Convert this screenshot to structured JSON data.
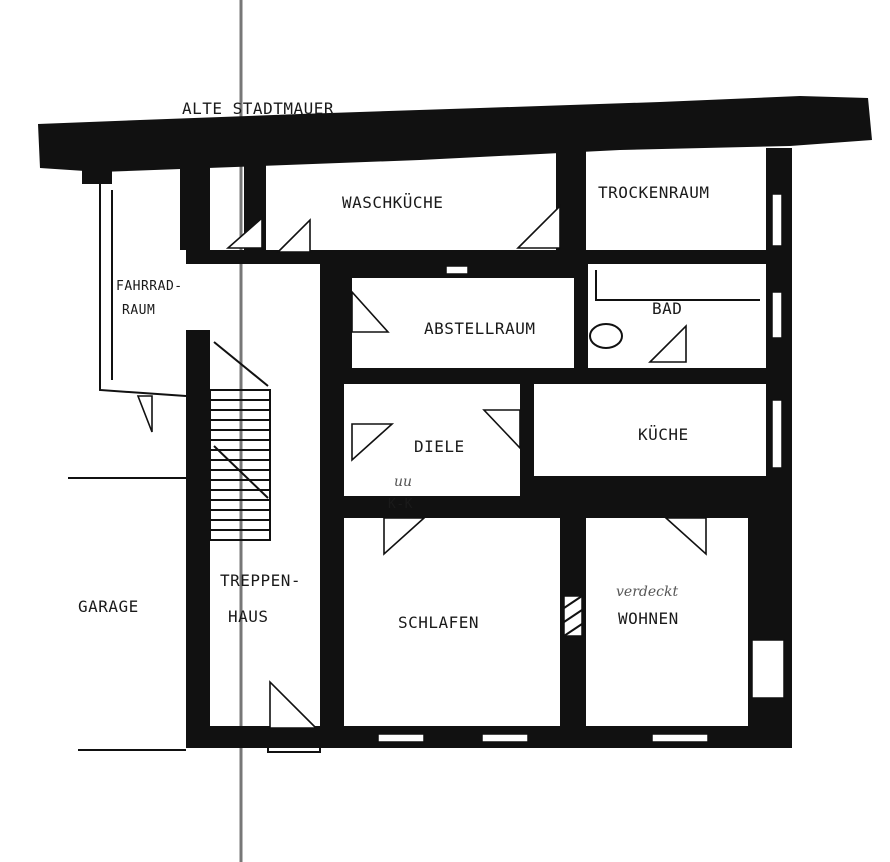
{
  "title": "ALTE STADTMAUER",
  "rooms": {
    "waschkueche": "WASCHKÜCHE",
    "trockenraum": "TROCKENRAUM",
    "fahrradraum_1": "FAHRRAD-",
    "fahrradraum_2": "RAUM",
    "bad": "BAD",
    "abstellraum": "ABSTELLRAUM",
    "diele": "DIELE",
    "kueche": "KÜCHE",
    "treppenhaus_1": "TREPPEN-",
    "treppenhaus_2": "HAUS",
    "schlafen": "SCHLAFEN",
    "wohnen": "WOHNEN",
    "garage": "GARAGE"
  },
  "annotations": {
    "handwritten_note": "verdeckt",
    "small_mark": "uu",
    "marker": "K-K"
  }
}
